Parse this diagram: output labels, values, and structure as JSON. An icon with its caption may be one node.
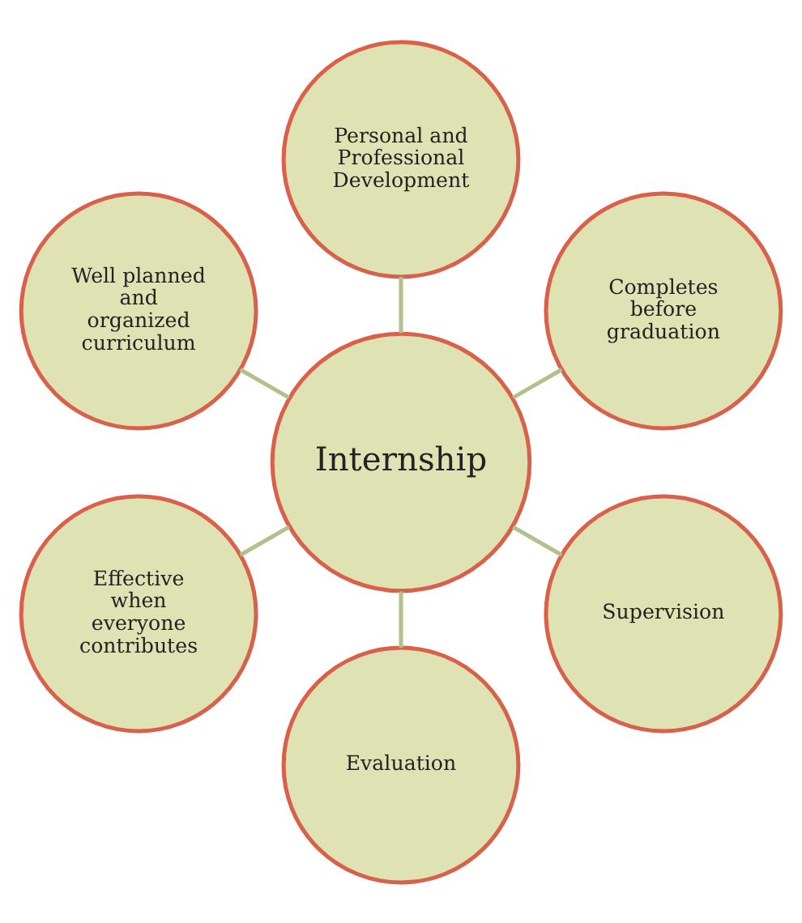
{
  "diagram": {
    "nodes": [
      {
        "text": [
          "Personal and Professional Development"
        ]
      },
      {
        "text": [
          "Well planned and organized curriculum"
        ]
      },
      {
        "text": [
          "Completes before graduation"
        ]
      },
      {
        "text": [
          "Internship"
        ]
      },
      {
        "text": [
          "Effective when everyone contributes"
        ]
      },
      {
        "text": [
          "Supervision"
        ]
      },
      {
        "text": [
          "Evaluation"
        ]
      }
    ],
    "edges": [
      {
        "from": 3,
        "to": 0,
        "arrow": "none"
      },
      {
        "from": 3,
        "to": 2,
        "arrow": "none"
      },
      {
        "from": 3,
        "to": 5,
        "arrow": "none"
      },
      {
        "from": 3,
        "to": 6,
        "arrow": "none"
      },
      {
        "from": 3,
        "to": 4,
        "arrow": "none"
      },
      {
        "from": 3,
        "to": 1,
        "arrow": "none"
      }
    ]
  }
}
